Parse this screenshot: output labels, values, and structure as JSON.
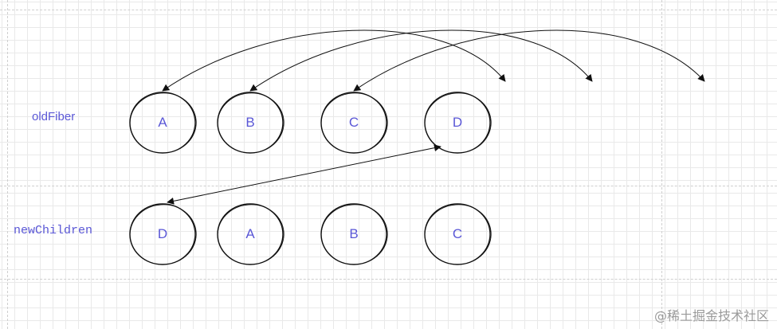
{
  "rows": {
    "old": {
      "label": "oldFiber",
      "nodes": [
        "A",
        "B",
        "C",
        "D"
      ]
    },
    "new": {
      "label": "newChildren",
      "nodes": [
        "D",
        "A",
        "B",
        "C"
      ]
    }
  },
  "watermark": "@稀土掘金技术社区",
  "colors": {
    "label": "#5a57d6",
    "stroke": "#111111",
    "grid": "#e9e9e9"
  }
}
